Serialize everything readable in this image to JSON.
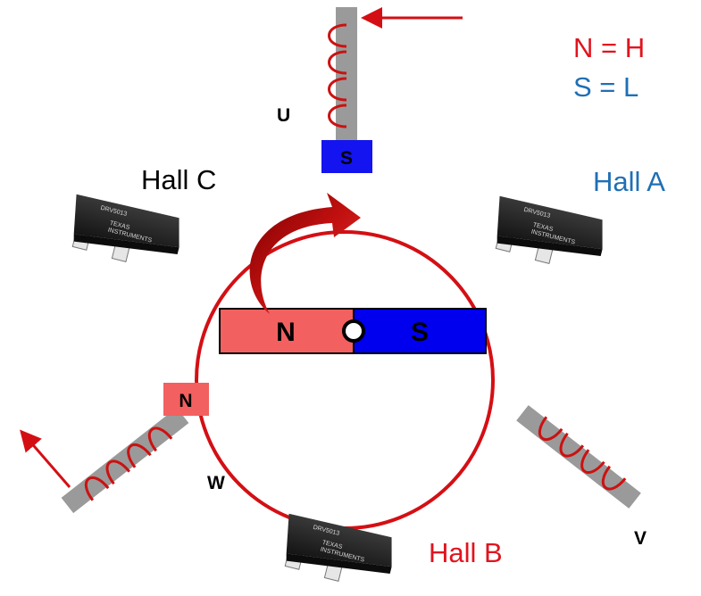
{
  "legend": {
    "north": "N = H",
    "south": "S = L",
    "north_color": "#e0141e",
    "south_color": "#1f6fb5"
  },
  "hall_sensors": {
    "a": {
      "label": "Hall A",
      "color": "#1f6fb5",
      "part": "DRV5013",
      "maker_line1": "TEXAS",
      "maker_line2": "INSTRUMENTS"
    },
    "b": {
      "label": "Hall B",
      "color": "#e0141e",
      "part": "DRV5013",
      "maker_line1": "TEXAS",
      "maker_line2": "INSTRUMENTS"
    },
    "c": {
      "label": "Hall C",
      "color": "#000000",
      "part": "DRV5013",
      "maker_line1": "TEXAS",
      "maker_line2": "INSTRUMENTS"
    }
  },
  "phases": {
    "u": {
      "label": "U",
      "pole": "S",
      "pole_color": "#1414f0"
    },
    "v": {
      "label": "V"
    },
    "w": {
      "label": "W",
      "pole": "N",
      "pole_color": "#f26060"
    }
  },
  "rotor": {
    "north_label": "N",
    "south_label": "S",
    "north_color": "#f26060",
    "south_color": "#0000ee",
    "ring_color": "#d40f14"
  },
  "colors": {
    "coil": "#cc1111",
    "core": "#9a9a9a",
    "arrow": "#d40f14"
  }
}
